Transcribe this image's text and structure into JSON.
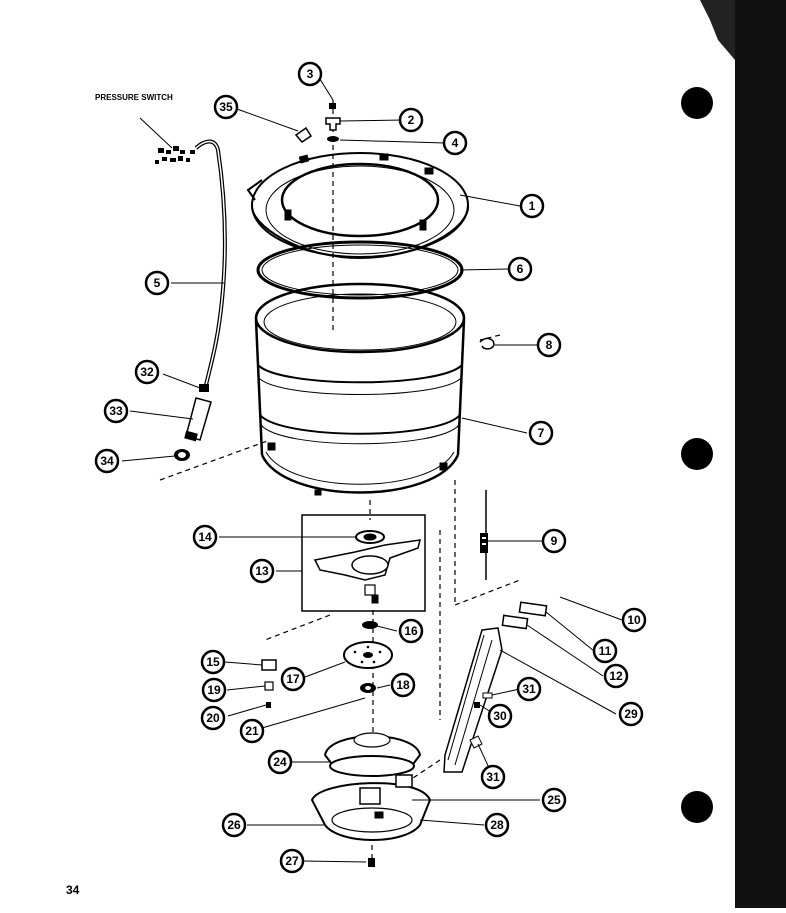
{
  "diagram": {
    "part_label": "PRESSURE SWITCH",
    "page_number": "34",
    "callouts": [
      "1",
      "2",
      "3",
      "4",
      "5",
      "6",
      "7",
      "8",
      "9",
      "10",
      "11",
      "12",
      "13",
      "14",
      "15",
      "16",
      "17",
      "18",
      "19",
      "20",
      "21",
      "24",
      "25",
      "26",
      "27",
      "28",
      "29",
      "30",
      "31",
      "31",
      "32",
      "33",
      "34",
      "35"
    ]
  }
}
